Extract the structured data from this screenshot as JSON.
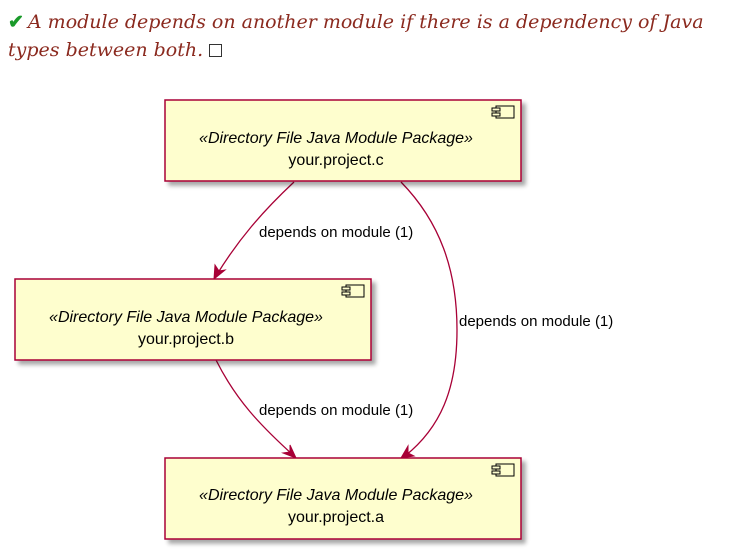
{
  "header": {
    "check_icon": "check-icon",
    "text": "A module depends on another module if there is a dependency of Java types between both."
  },
  "colors": {
    "header_text": "#8b2a1f",
    "check": "#1a9a2a",
    "node_fill": "#fefece",
    "node_border": "#a80036",
    "edge": "#a80036"
  },
  "nodes": [
    {
      "id": "c",
      "stereotype": "«Directory File Java Module Package»",
      "name": "your.project.c",
      "icon": "component-icon"
    },
    {
      "id": "b",
      "stereotype": "«Directory File Java Module Package»",
      "name": "your.project.b",
      "icon": "component-icon"
    },
    {
      "id": "a",
      "stereotype": "«Directory File Java Module Package»",
      "name": "your.project.a",
      "icon": "component-icon"
    }
  ],
  "edges": [
    {
      "from": "c",
      "to": "b",
      "label": "depends on module (1)"
    },
    {
      "from": "c",
      "to": "a",
      "label": "depends on module (1)"
    },
    {
      "from": "b",
      "to": "a",
      "label": "depends on module (1)"
    }
  ]
}
